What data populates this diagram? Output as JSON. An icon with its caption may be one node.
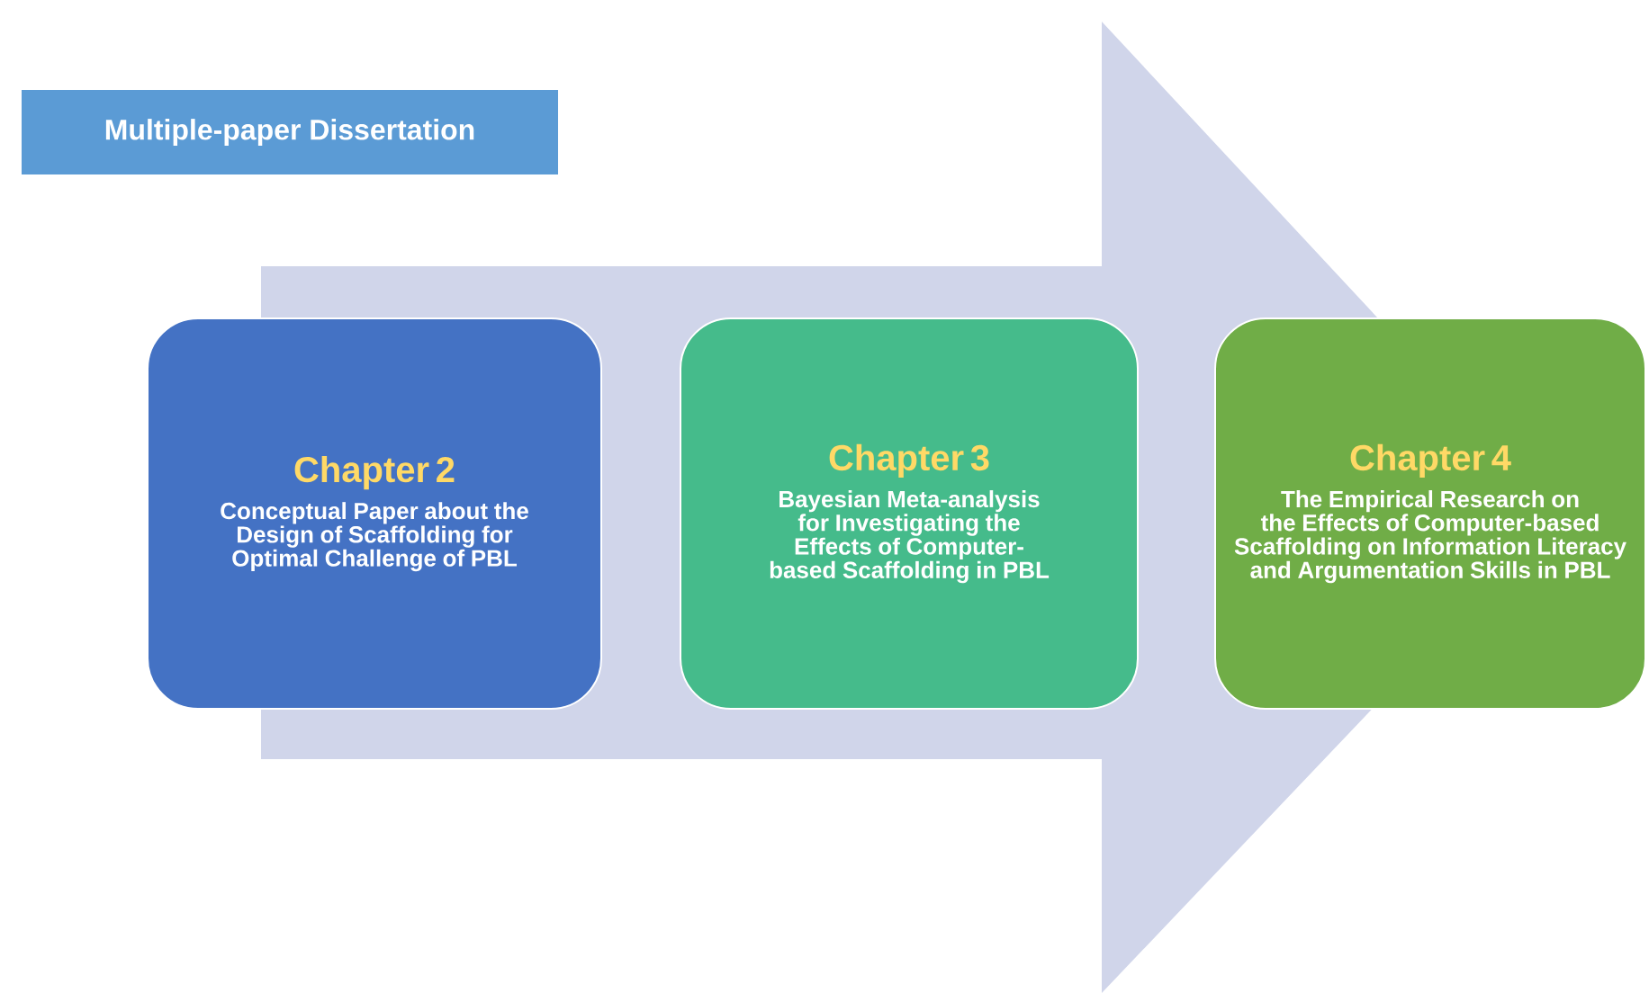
{
  "diagram": {
    "nodes": [
      {
        "text": [
          "Multiple-paper Dissertation"
        ]
      },
      {
        "text": [
          "Chapter 2",
          "Conceptual Paper about the Design of Scaffolding for Optimal Challenge of PBL"
        ]
      },
      {
        "text": [
          "Chapter 3",
          "Bayesian Meta-analysis for Investigating the Effects of Computer-based Scaffolding in PBL"
        ]
      },
      {
        "text": [
          "Chapter 4",
          "The Empirical Research on the Effects of Computer-based Scaffolding on Information Literacy and Argumentation Skills in PBL"
        ]
      }
    ],
    "edges": [
      {
        "from": 1,
        "to": 3,
        "arrow": "to"
      }
    ]
  }
}
